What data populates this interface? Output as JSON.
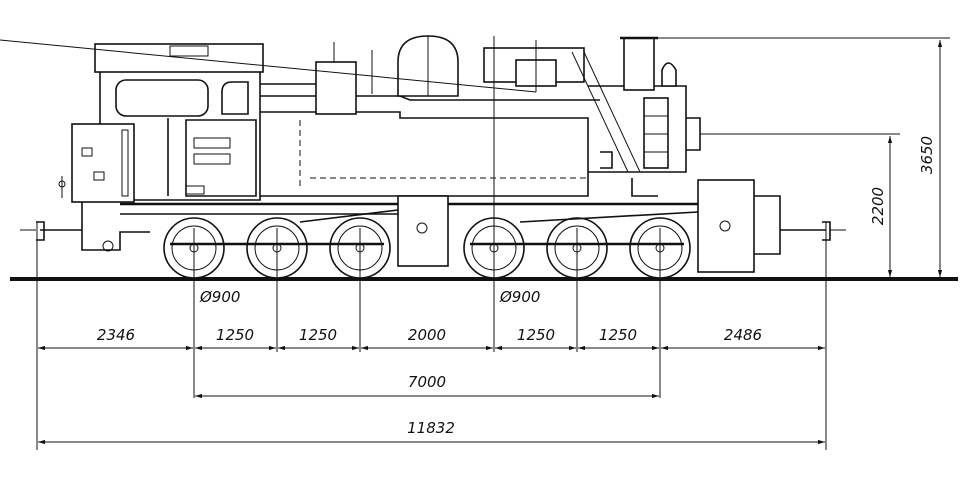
{
  "dimensions": {
    "height_total": "3650",
    "height_boiler_axis": "2200",
    "wheel_diameter_front": "Ø900",
    "wheel_diameter_rear": "Ø900",
    "segments": [
      "2346",
      "1250",
      "1250",
      "2000",
      "1250",
      "1250",
      "2486"
    ],
    "wheelbase": "7000",
    "length_total": "11832"
  }
}
